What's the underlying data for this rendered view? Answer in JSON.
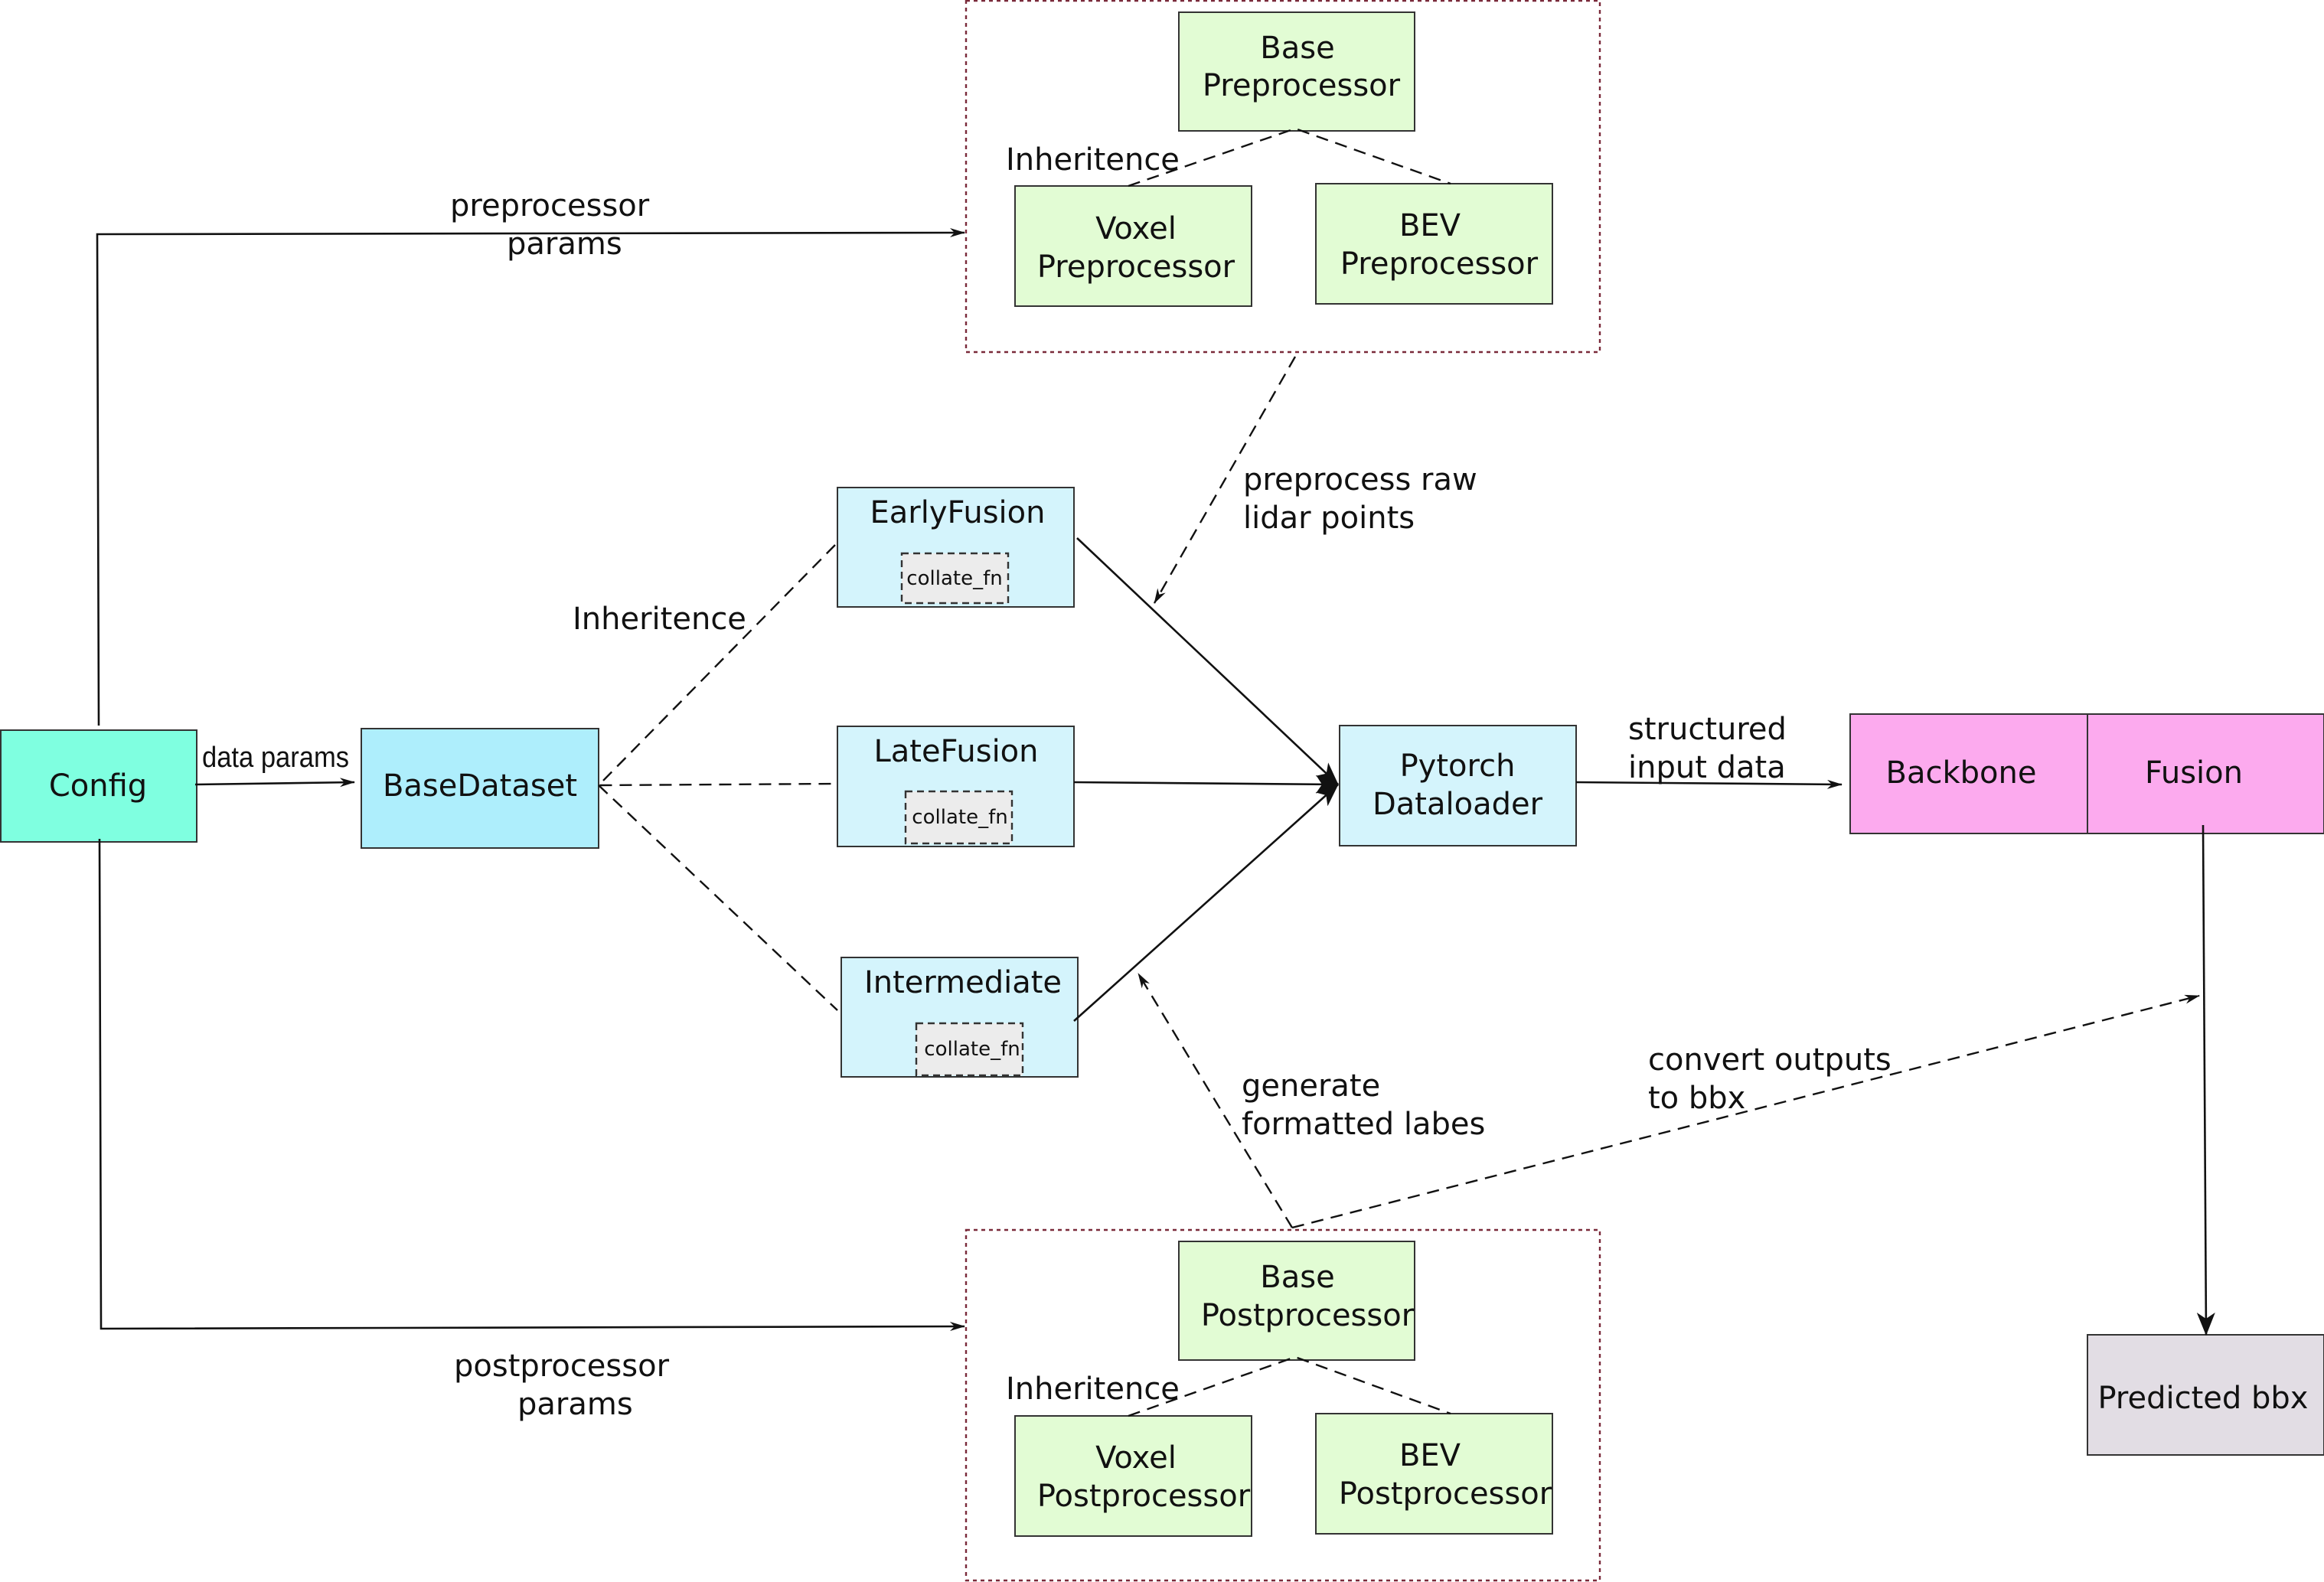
{
  "nodes": {
    "config": "Config",
    "base_dataset": "BaseDataset",
    "early_fusion": "EarlyFusion",
    "late_fusion": "LateFusion",
    "intermediate": "Intermediate",
    "collate_fn": "collate_fn",
    "dataloader": [
      "Pytorch",
      "Dataloader"
    ],
    "backbone": "Backbone",
    "fusion": "Fusion",
    "predicted_bbx": "Predicted bbx",
    "base_preprocessor": [
      "Base",
      "Preprocessor"
    ],
    "voxel_preprocessor": [
      "Voxel",
      "Preprocessor"
    ],
    "bev_preprocessor": [
      "BEV",
      "Preprocessor"
    ],
    "base_postprocessor": [
      "Base",
      "Postprocessor"
    ],
    "voxel_postprocessor": [
      "Voxel",
      "Postprocessor"
    ],
    "bev_postprocessor": [
      "BEV",
      "Postprocessor"
    ]
  },
  "edge_labels": {
    "preprocessor_params": [
      "preprocessor",
      "params"
    ],
    "postprocessor_params": [
      "postprocessor",
      "params"
    ],
    "data_params": "data params",
    "inheritance": "Inheritence",
    "preprocess_raw": [
      "preprocess raw",
      "lidar points"
    ],
    "generate_labels": [
      "generate",
      "formatted labes"
    ],
    "structured_input": [
      "structured",
      "input data"
    ],
    "convert_outputs": [
      "convert outputs",
      "to bbx"
    ]
  },
  "colors": {
    "config_fill": "#7fffe0",
    "dataset_fill": "#aeeefc",
    "fusion_class_fill": "#d4f4fc",
    "processor_fill": "#e2fcd4",
    "model_fill": "#fcaaee",
    "output_fill": "#e2dde4"
  }
}
